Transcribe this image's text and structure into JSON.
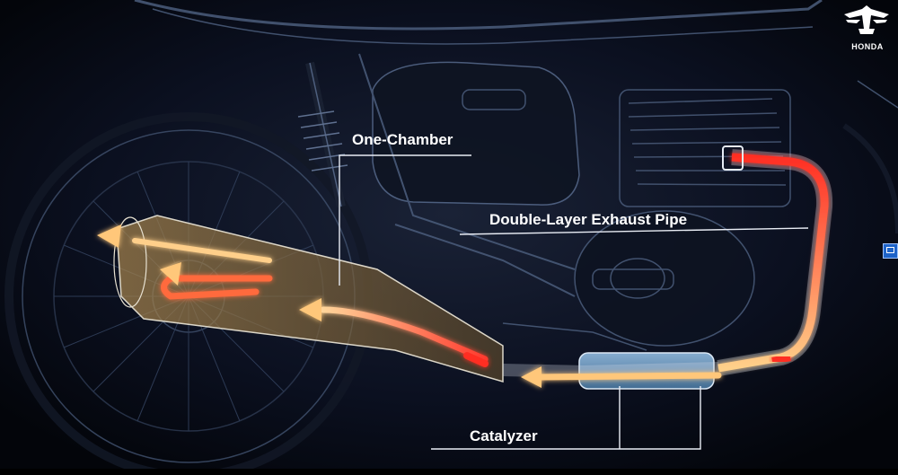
{
  "brand": {
    "logo_text": "HONDA"
  },
  "labels": {
    "one_chamber": "One-Chamber",
    "double_layer": "Double-Layer Exhaust Pipe",
    "catalyzer": "Catalyzer"
  },
  "colors": {
    "background": "#05070c",
    "frame_line": "#5b6f8f",
    "hot_flow": "#ff3b2f",
    "warm_flow": "#ffcf8a",
    "catalyst": "#6fa8d8",
    "label_text": "#ffffff"
  },
  "icons": {
    "logo": "honda-wing-icon",
    "side": "window-restore-icon"
  }
}
